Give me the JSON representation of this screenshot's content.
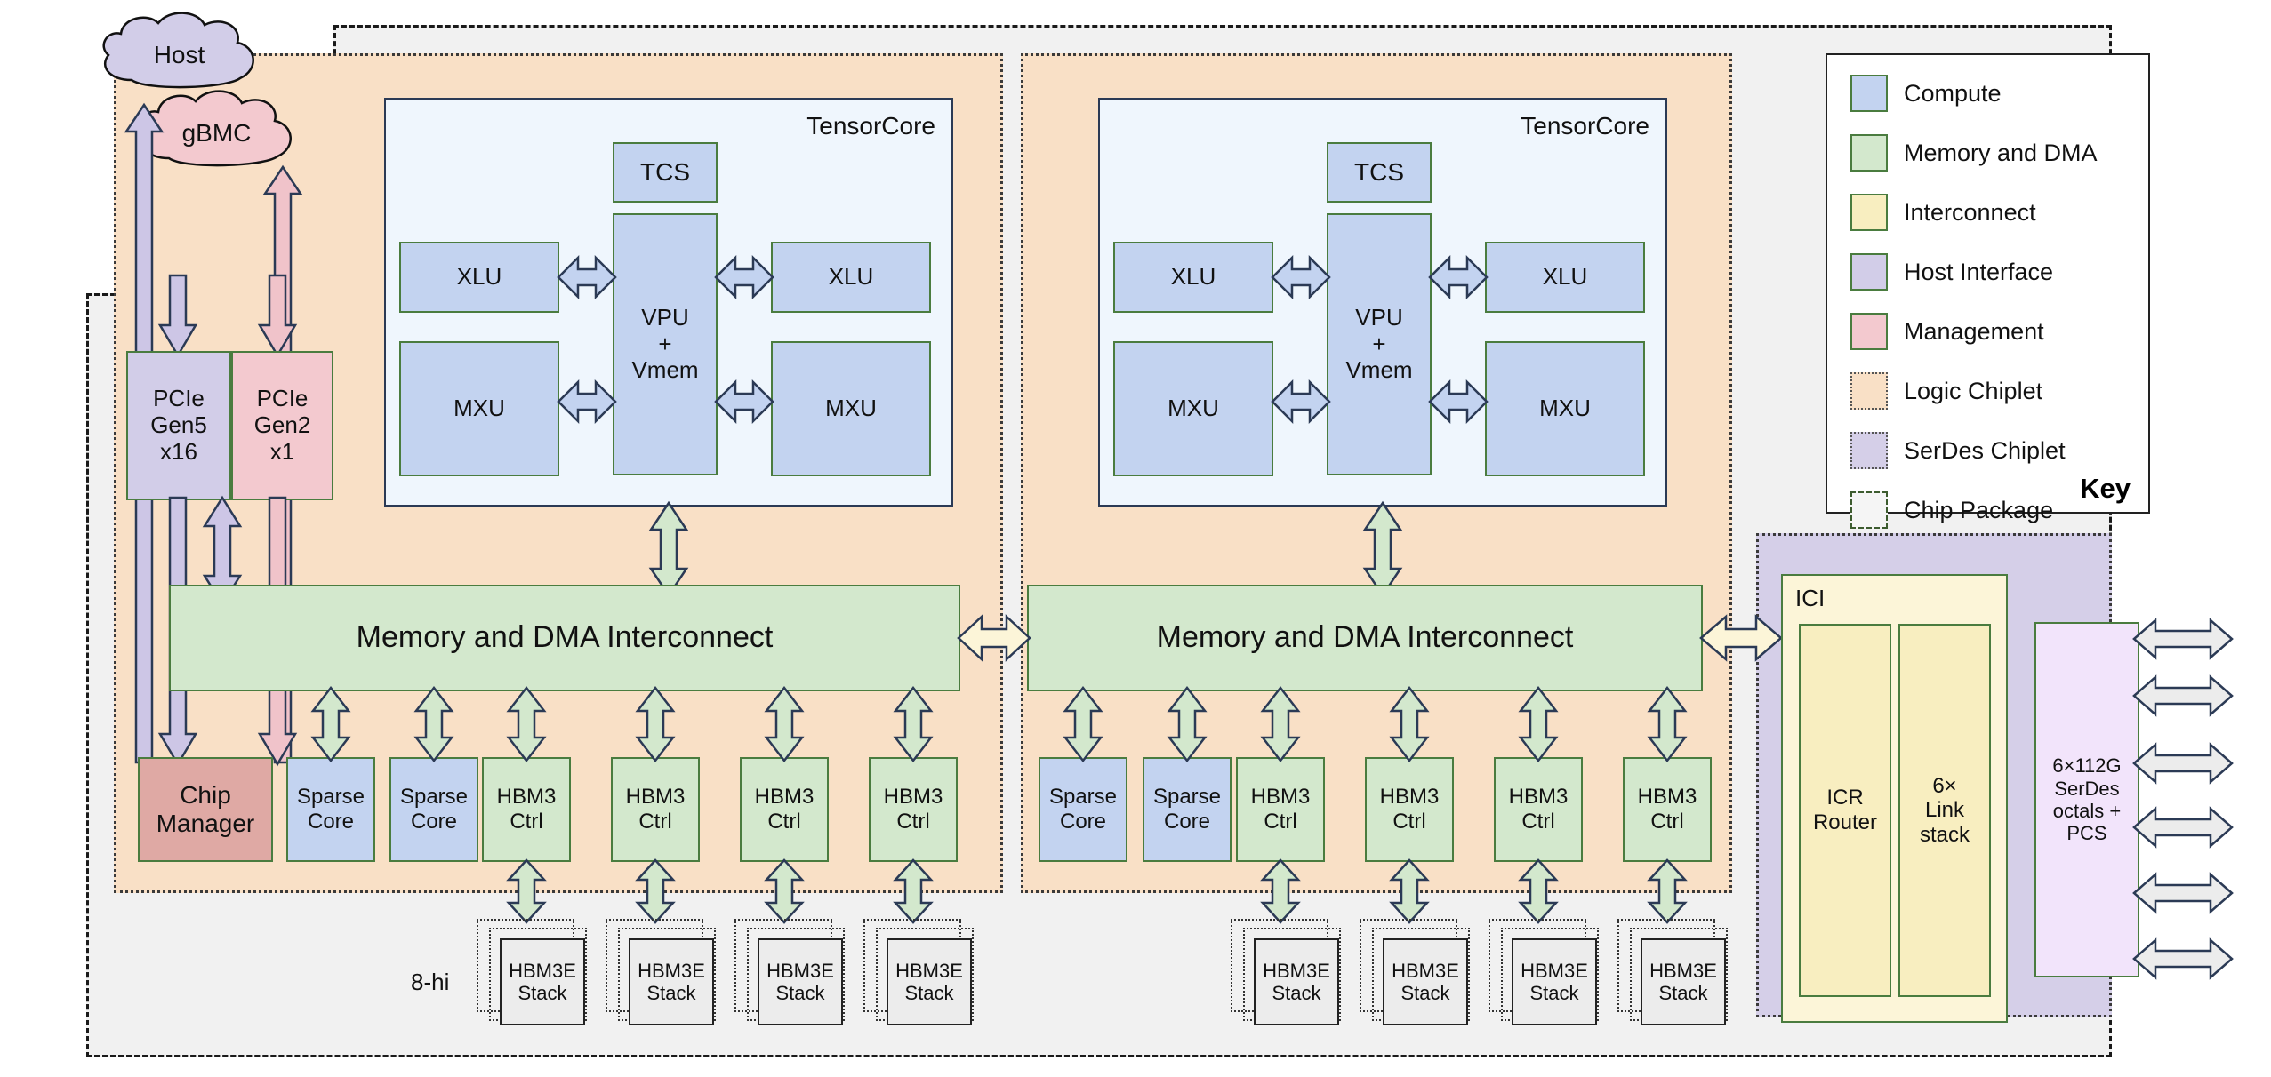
{
  "diagram": {
    "title": "TPU chip package block diagram",
    "external_nodes": [
      {
        "id": "host",
        "label": "Host",
        "color": "#d2cde8"
      },
      {
        "id": "gbmc",
        "label": "gBMC",
        "color": "#f3c9cf"
      }
    ],
    "annotations": [
      {
        "id": "hbm-stack-height",
        "label": "8-hi"
      }
    ]
  },
  "host_interface": {
    "pcie_gen5": {
      "line1": "PCIe",
      "line2": "Gen5",
      "line3": "x16"
    },
    "pcie_gen2": {
      "line1": "PCIe",
      "line2": "Gen2",
      "line3": "x1"
    }
  },
  "management": {
    "chip_manager": {
      "line1": "Chip",
      "line2": "Manager"
    }
  },
  "tensorcores": [
    {
      "title": "TensorCore",
      "tcs": "TCS",
      "vpu": {
        "line1": "VPU",
        "line2": "+",
        "line3": "Vmem"
      },
      "xlu_left": "XLU",
      "xlu_right": "XLU",
      "mxu_left": "MXU",
      "mxu_right": "MXU"
    },
    {
      "title": "TensorCore",
      "tcs": "TCS",
      "vpu": {
        "line1": "VPU",
        "line2": "+",
        "line3": "Vmem"
      },
      "xlu_left": "XLU",
      "xlu_right": "XLU",
      "mxu_left": "MXU",
      "mxu_right": "MXU"
    }
  ],
  "interconnects": [
    {
      "label": "Memory and DMA Interconnect"
    },
    {
      "label": "Memory and DMA Interconnect"
    }
  ],
  "left_chiplet_row": [
    {
      "id": "sparse-core-1",
      "line1": "Sparse",
      "line2": "Core",
      "kind": "compute"
    },
    {
      "id": "sparse-core-2",
      "line1": "Sparse",
      "line2": "Core",
      "kind": "compute"
    },
    {
      "id": "hbm3-ctrl-1",
      "line1": "HBM3",
      "line2": "Ctrl",
      "kind": "memory"
    },
    {
      "id": "hbm3-ctrl-2",
      "line1": "HBM3",
      "line2": "Ctrl",
      "kind": "memory"
    },
    {
      "id": "hbm3-ctrl-3",
      "line1": "HBM3",
      "line2": "Ctrl",
      "kind": "memory"
    },
    {
      "id": "hbm3-ctrl-4",
      "line1": "HBM3",
      "line2": "Ctrl",
      "kind": "memory"
    }
  ],
  "right_chiplet_row": [
    {
      "id": "sparse-core-3",
      "line1": "Sparse",
      "line2": "Core",
      "kind": "compute"
    },
    {
      "id": "sparse-core-4",
      "line1": "Sparse",
      "line2": "Core",
      "kind": "compute"
    },
    {
      "id": "hbm3-ctrl-5",
      "line1": "HBM3",
      "line2": "Ctrl",
      "kind": "memory"
    },
    {
      "id": "hbm3-ctrl-6",
      "line1": "HBM3",
      "line2": "Ctrl",
      "kind": "memory"
    },
    {
      "id": "hbm3-ctrl-7",
      "line1": "HBM3",
      "line2": "Ctrl",
      "kind": "memory"
    },
    {
      "id": "hbm3-ctrl-8",
      "line1": "HBM3",
      "line2": "Ctrl",
      "kind": "memory"
    }
  ],
  "hbm_stacks": [
    {
      "line1": "HBM3E",
      "line2": "Stack"
    },
    {
      "line1": "HBM3E",
      "line2": "Stack"
    },
    {
      "line1": "HBM3E",
      "line2": "Stack"
    },
    {
      "line1": "HBM3E",
      "line2": "Stack"
    },
    {
      "line1": "HBM3E",
      "line2": "Stack"
    },
    {
      "line1": "HBM3E",
      "line2": "Stack"
    },
    {
      "line1": "HBM3E",
      "line2": "Stack"
    },
    {
      "line1": "HBM3E",
      "line2": "Stack"
    }
  ],
  "ici": {
    "title": "ICI",
    "icr_router": {
      "line1": "ICR",
      "line2": "Router"
    },
    "link_stack": {
      "line1": "6×",
      "line2": "Link",
      "line3": "stack"
    },
    "serdes": {
      "line1": "6×112G",
      "line2": "SerDes",
      "line3": "octals +",
      "line4": "PCS"
    },
    "external_link_count": 6
  },
  "key": {
    "title": "Key",
    "items": [
      {
        "label": "Compute",
        "color": "#c3d3f0",
        "style": "solid"
      },
      {
        "label": "Memory and DMA",
        "color": "#d3e8cd",
        "style": "solid"
      },
      {
        "label": "Interconnect",
        "color": "#f8eec0",
        "style": "solid"
      },
      {
        "label": "Host Interface",
        "color": "#d2cde8",
        "style": "solid"
      },
      {
        "label": "Management",
        "color": "#f3c9cf",
        "style": "solid"
      },
      {
        "label": "Logic Chiplet",
        "color": "#f9e0c6",
        "style": "dotted"
      },
      {
        "label": "SerDes Chiplet",
        "color": "#d5cfe8",
        "style": "dotted"
      },
      {
        "label": "Chip Package",
        "color": "#f1f1f1",
        "style": "dashdot"
      }
    ]
  }
}
